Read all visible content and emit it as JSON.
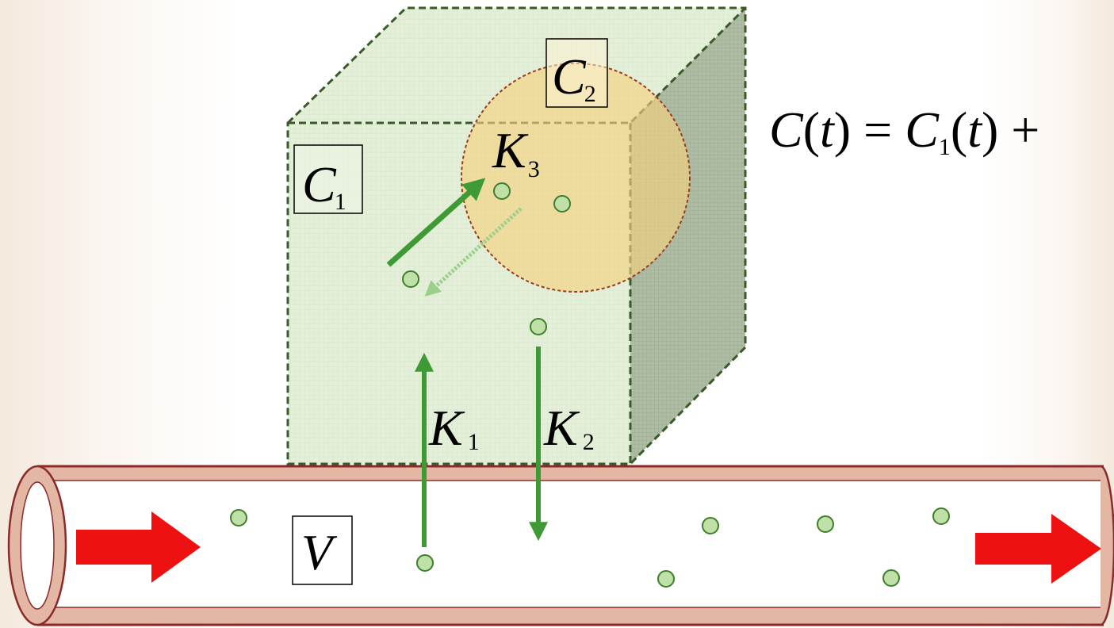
{
  "labels": {
    "c1": {
      "main": "C",
      "sub": "1"
    },
    "c2": {
      "main": "C",
      "sub": "2"
    },
    "k1": {
      "main": "K",
      "sub": "1"
    },
    "k2": {
      "main": "K",
      "sub": "2"
    },
    "k3": {
      "main": "K",
      "sub": "3"
    },
    "v": {
      "main": "V"
    }
  },
  "equation": {
    "c": "C",
    "lp": "(",
    "t": "t",
    "rp": ")",
    "eq": " = ",
    "c1": "C",
    "c1_sub": "1",
    "lp2": "(",
    "t2": "t",
    "rp2": ")",
    "plus": " +"
  },
  "colors": {
    "vessel_wall": "#e3b7a4",
    "vessel_outline": "#8b2a2a",
    "tissue_fill": "#e4efd9",
    "tissue_border": "#3a5a2a",
    "cell_fill": "#f3d27a",
    "cell_border": "#9b3a1e",
    "transport_arrow": "#3e9a34",
    "flow_arrow": "#ee1111",
    "particle_fill": "#bfe0a6",
    "particle_border": "#3f7f2b"
  },
  "icons": {
    "flow_in": "arrow-right-icon",
    "flow_out": "arrow-right-icon",
    "particle": "circle-icon"
  }
}
